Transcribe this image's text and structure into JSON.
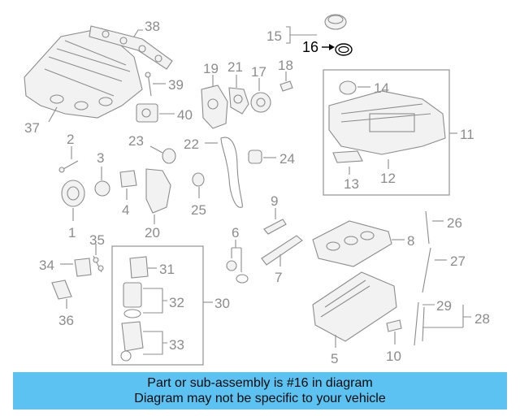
{
  "diagram": {
    "callouts": [
      "1",
      "2",
      "3",
      "4",
      "5",
      "6",
      "7",
      "8",
      "9",
      "10",
      "11",
      "12",
      "13",
      "14",
      "15",
      "16",
      "17",
      "18",
      "19",
      "20",
      "21",
      "22",
      "23",
      "24",
      "25",
      "26",
      "27",
      "28",
      "29",
      "30",
      "31",
      "32",
      "33",
      "34",
      "35",
      "36",
      "37",
      "38",
      "39",
      "40"
    ],
    "highlighted_callout": "16"
  },
  "banner": {
    "line1": "Part or sub-assembly is #16 in diagram",
    "line2": "Diagram may not be specific to your vehicle",
    "background_color": "#5bc2f2"
  }
}
